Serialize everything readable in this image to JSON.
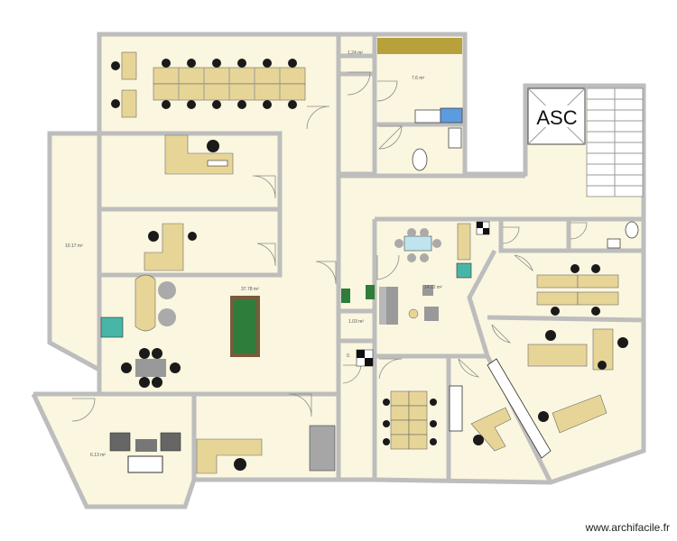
{
  "rooms": [
    {
      "id": "wc-small",
      "area": "1.24 m²"
    },
    {
      "id": "kitchen",
      "area": "7.6 m²"
    },
    {
      "id": "west-corridor",
      "area": "10.17 m²"
    },
    {
      "id": "lounge",
      "area": "37.78 m²"
    },
    {
      "id": "open-space",
      "area": "14.22 m²"
    },
    {
      "id": "closet",
      "area": "1.03 m²"
    },
    {
      "id": "storage",
      "area": "0."
    },
    {
      "id": "meeting",
      "area": "6.13 m²"
    }
  ],
  "elevator": {
    "label": "ASC"
  },
  "watermark": "www.archifacile.fr"
}
